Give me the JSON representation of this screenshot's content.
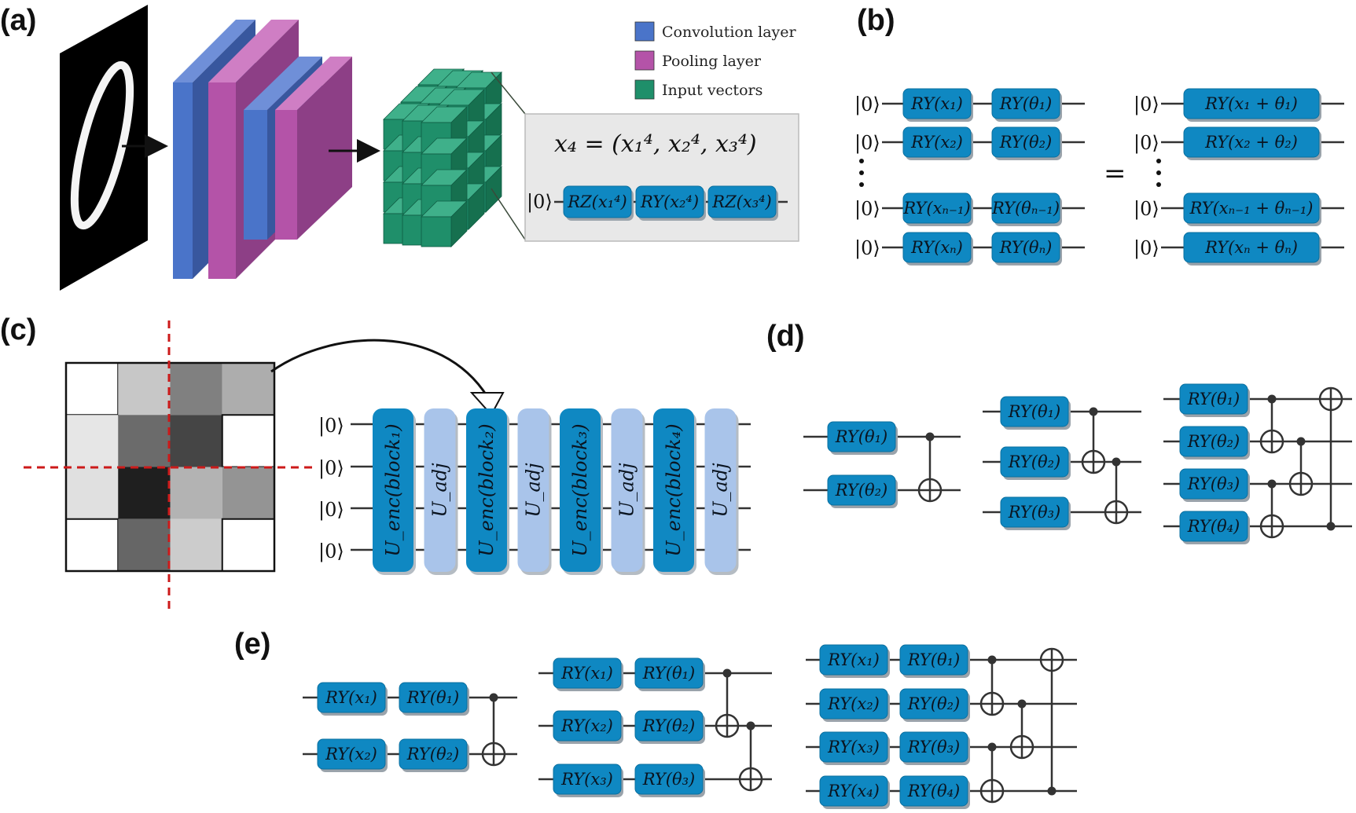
{
  "panels": {
    "a": "(a)",
    "b": "(b)",
    "c": "(c)",
    "d": "(d)",
    "e": "(e)"
  },
  "legend": [
    {
      "label": "Convolution layer",
      "color": "#4a74c9"
    },
    {
      "label": "Pooling layer",
      "color": "#b453a8"
    },
    {
      "label": "Input vectors",
      "color": "#1f8f6a"
    }
  ],
  "panel_a": {
    "equation": "x₄ = (x₁⁴, x₂⁴, x₃⁴)",
    "ket": "|0⟩",
    "gates": [
      "RZ(x₁⁴)",
      "RY(x₂⁴)",
      "RZ(x₃⁴)"
    ]
  },
  "panel_b": {
    "ket": "|0⟩",
    "equals": "=",
    "left_gates_1": [
      "RY(x₁)",
      "RY(x₂)",
      "RY(xₙ₋₁)",
      "RY(xₙ)"
    ],
    "left_gates_2": [
      "RY(θ₁)",
      "RY(θ₂)",
      "RY(θₙ₋₁)",
      "RY(θₙ)"
    ],
    "right_gates": [
      "RY(x₁ + θ₁)",
      "RY(x₂ + θ₂)",
      "RY(xₙ₋₁ + θₙ₋₁)",
      "RY(xₙ + θₙ)"
    ]
  },
  "panel_c": {
    "ket": "|0⟩",
    "pixels": [
      [
        1.0,
        0.78,
        0.5,
        0.68
      ],
      [
        0.9,
        0.42,
        0.27,
        1.0
      ],
      [
        0.88,
        0.12,
        0.7,
        0.58
      ],
      [
        1.0,
        0.4,
        0.8,
        1.0
      ]
    ],
    "blocks": [
      {
        "label": "U_enc(block₁)",
        "type": "enc"
      },
      {
        "label": "U_adj",
        "type": "adj"
      },
      {
        "label": "U_enc(block₂)",
        "type": "enc"
      },
      {
        "label": "U_adj",
        "type": "adj"
      },
      {
        "label": "U_enc(block₃)",
        "type": "enc"
      },
      {
        "label": "U_adj",
        "type": "adj"
      },
      {
        "label": "U_enc(block₄)",
        "type": "enc"
      },
      {
        "label": "U_adj",
        "type": "adj"
      }
    ]
  },
  "panel_d": {
    "circuit2": [
      "RY(θ₁)",
      "RY(θ₂)"
    ],
    "circuit3": [
      "RY(θ₁)",
      "RY(θ₂)",
      "RY(θ₃)"
    ],
    "circuit4": [
      "RY(θ₁)",
      "RY(θ₂)",
      "RY(θ₃)",
      "RY(θ₄)"
    ]
  },
  "panel_e": {
    "circuit2": {
      "x": [
        "RY(x₁)",
        "RY(x₂)"
      ],
      "theta": [
        "RY(θ₁)",
        "RY(θ₂)"
      ]
    },
    "circuit3": {
      "x": [
        "RY(x₁)",
        "RY(x₂)",
        "RY(x₃)"
      ],
      "theta": [
        "RY(θ₁)",
        "RY(θ₂)",
        "RY(θ₃)"
      ]
    },
    "circuit4": {
      "x": [
        "RY(x₁)",
        "RY(x₂)",
        "RY(x₃)",
        "RY(x₄)"
      ],
      "theta": [
        "RY(θ₁)",
        "RY(θ₂)",
        "RY(θ₃)",
        "RY(θ₄)"
      ]
    }
  }
}
